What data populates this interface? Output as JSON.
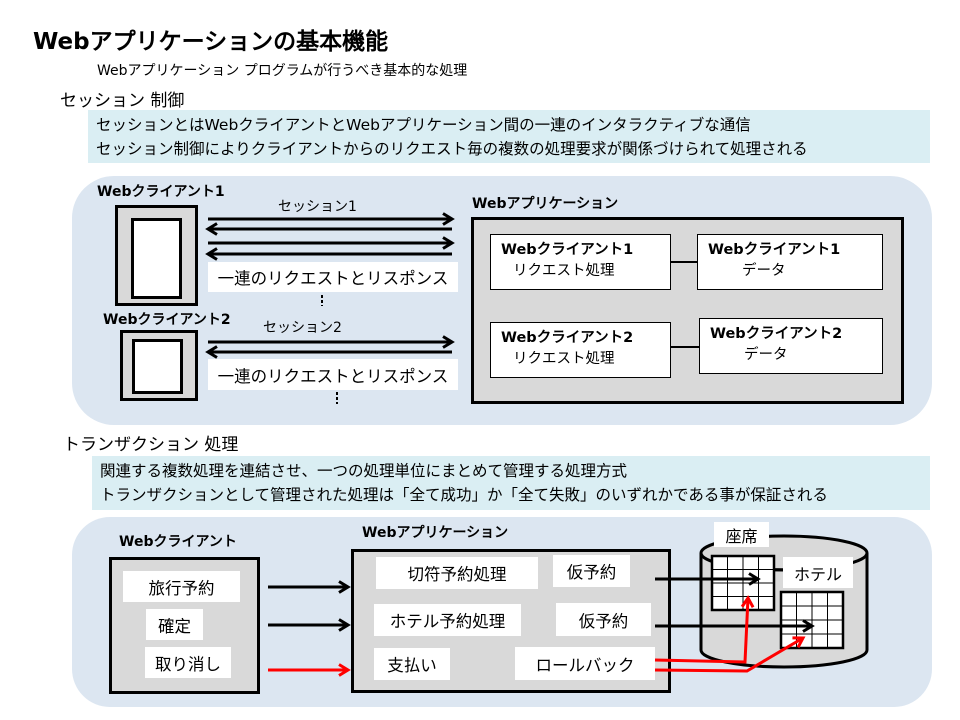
{
  "colors": {
    "panel": "#dce6f1",
    "info_box": "#daeef3",
    "box_fill": "#d9d9d9",
    "rollback_arrow": "#ff0000"
  },
  "header": {
    "title": "Webアプリケーションの基本機能",
    "subtitle": "Webアプリケーション プログラムが行うべき基本的な処理"
  },
  "session": {
    "heading": "セッション 制御",
    "description": [
      "セッションとはWebクライアントとWebアプリケーション間の一連のインタラクティブな通信",
      "セッション制御によりクライアントからのリクエスト毎の複数の処理要求が関係づけられて処理される"
    ],
    "clients": [
      {
        "label": "Webクライアント1",
        "session_label": "セッション1",
        "exchange_label": "一連のリクエストとリスポンス"
      },
      {
        "label": "Webクライアント2",
        "session_label": "セッション2",
        "exchange_label": "一連のリクエストとリスポンス"
      }
    ],
    "app": {
      "label": "Webアプリケーション",
      "rows": [
        {
          "process": {
            "line1": "Webクライアント1",
            "line2": "リクエスト処理"
          },
          "data": {
            "line1": "Webクライアント1",
            "line2": "データ"
          }
        },
        {
          "process": {
            "line1": "Webクライアント2",
            "line2": "リクエスト処理"
          },
          "data": {
            "line1": "Webクライアント2",
            "line2": "データ"
          }
        }
      ]
    }
  },
  "transaction": {
    "heading": "トランザクション 処理",
    "description": [
      "関連する複数処理を連結させ、一つの処理単位にまとめて管理する処理方式",
      "トランザクションとして管理された処理は「全て成功」か「全て失敗」のいずれかである事が保証される"
    ],
    "client": {
      "label": "Webクライアント",
      "actions": [
        "旅行予約",
        "確定",
        "取り消し"
      ]
    },
    "app": {
      "label": "Webアプリケーション",
      "processes": [
        "切符予約処理",
        "ホテル予約処理",
        "支払い"
      ],
      "results": [
        "仮予約",
        "仮予約",
        "ロールバック"
      ]
    },
    "database": {
      "tables": [
        "座席",
        "ホテル"
      ]
    }
  }
}
